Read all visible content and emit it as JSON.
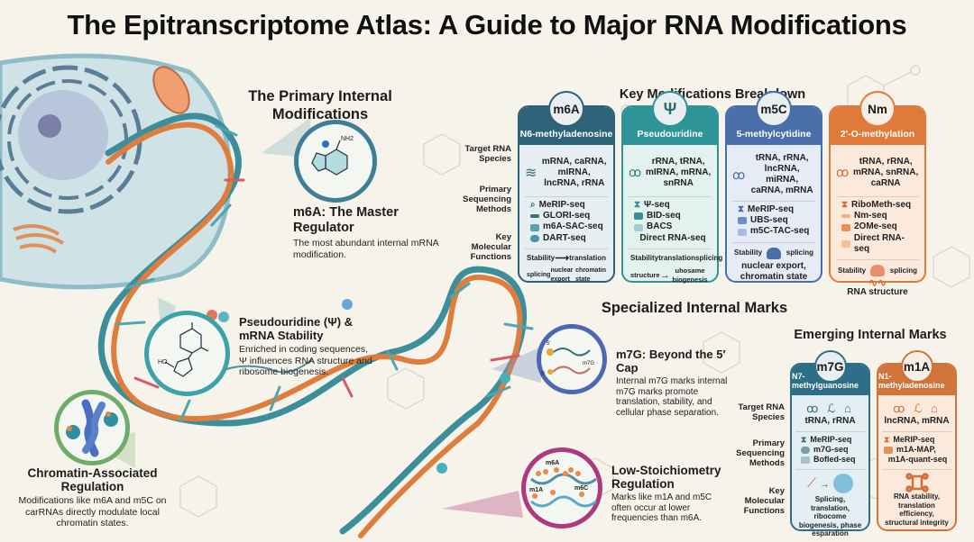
{
  "title": "The Epitranscriptome Atlas: A Guide to Major RNA Modifications",
  "colors": {
    "background": "#f6f3ea",
    "teal_dark": "#2e6e80",
    "teal": "#3a9aa0",
    "blue": "#4a6fa8",
    "orange": "#e07a3a",
    "green": "#6fa86a",
    "magenta": "#b03a7a"
  },
  "primary_section": {
    "heading": "The Primary Internal Modifications",
    "m6a_callout": {
      "title": "m6A: The Master Regulator",
      "body": "The most abundant internal mRNA modification.",
      "structure_label": "NH2"
    },
    "pseudouridine_callout": {
      "title": "Pseudouridine (Ψ) & mRNA Stability",
      "body": "Enriched in coding sequences, Ψ influences RNA structure and ribosome biogenesis."
    },
    "chromatin_callout": {
      "title": "Chromatin-Associated Regulation",
      "body": "Modifications like m6A and m5C on carRNAs directly modulate local chromatin states."
    }
  },
  "specialized_section": {
    "heading": "Specialized Internal Marks",
    "m7g_callout": {
      "title": "m7G: Beyond the 5′ Cap",
      "body": "Internal m7G marks internal m7G marks promote translation, stability, and cellular phase separation.",
      "diagram_labels": [
        "5′",
        "5′",
        "m7G"
      ]
    },
    "low_stoich_callout": {
      "title": "Low-Stoichiometry Regulation",
      "body": "Marks like m1A and m5C often occur at lower frequencies than m6A.",
      "diagram_labels": [
        "m6A",
        "m1A",
        "m6C"
      ]
    }
  },
  "breakdown": {
    "heading": "Key Modifications Breakdown",
    "row_labels": [
      "Target RNA Species",
      "Primary Sequencing Methods",
      "Key Molecular Functions"
    ],
    "cards": [
      {
        "badge": "m6A",
        "name": "N6-methyladenosine",
        "species": "mRNA, caRNA, mIRNA, lncRNA, rRNA",
        "methods": [
          "MeRIP-seq",
          "GLORI-seq",
          "m6A-SAC-seq",
          "DART-seq"
        ],
        "functions_row1": [
          "Stability",
          "translation"
        ],
        "functions_row2": [
          "splicing",
          "nuclear export",
          "chromatin state"
        ]
      },
      {
        "badge": "Ψ",
        "name": "Pseudouridine",
        "species": "rRNA, tRNA, mIRNA, mRNA, snRNA",
        "methods": [
          "Ψ-seq",
          "BID-seq",
          "BACS",
          "Direct RNA-seq"
        ],
        "functions_row1": [
          "Stability",
          "translation",
          "splicing"
        ],
        "functions_row2": [
          "structure",
          "uhosame biogenesis"
        ]
      },
      {
        "badge": "m5C",
        "name": "5-methylcytidine",
        "species": "tRNA, rRNA, lncRNA, miRNA, caRNA, mRNA",
        "methods": [
          "MeRIP-seq",
          "UBS-seq",
          "m5C-TAC-seq"
        ],
        "functions_row1": [
          "Stability",
          "splicing"
        ],
        "functions_extra": "nuclear export, chromatin state"
      },
      {
        "badge": "Nm",
        "name": "2′-O-methylation",
        "species": "tRNA, rRNA, mRNA, snRNA, caRNA",
        "methods": [
          "RiboMeth-seq",
          "Nm-seq",
          "2OMe-seq",
          "Direct RNA-seq"
        ],
        "functions_row1": [
          "Stability",
          "splicing"
        ],
        "functions_extra": "RNA structure"
      }
    ]
  },
  "emerging": {
    "heading": "Emerging Internal Marks",
    "row_labels": [
      "Target RNA Species",
      "Primary Sequencing Methods",
      "Key Molecular Functions"
    ],
    "cards": [
      {
        "badge": "m7G",
        "name": "N7-methylguanosine",
        "species": "tRNA, rRNA",
        "methods": [
          "MeRIP-seq",
          "m7G-seq",
          "Bofled-seq"
        ],
        "functions": "Splicing, translation, ribocome biogenesis, phase esparation"
      },
      {
        "badge": "m1A",
        "name": "N1-methyladenosine",
        "species": "lncRNA, mRNA",
        "methods": [
          "MeRIP-seq",
          "m1A-MAP,",
          "m1A-quant-seq"
        ],
        "functions": "RNA stability, translation efficiency, structural integrity"
      }
    ]
  }
}
